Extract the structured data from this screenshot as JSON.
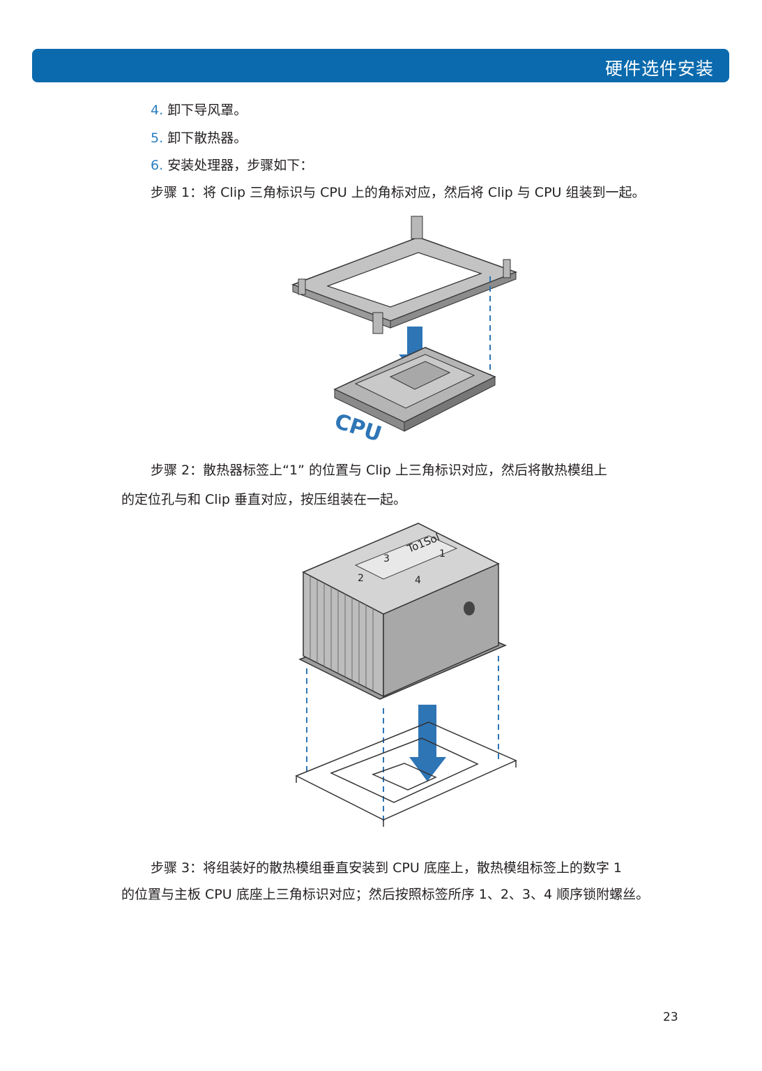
{
  "header": {
    "title": "硬件选件安装"
  },
  "items": [
    {
      "num": "4.",
      "text": "卸下导风罩。"
    },
    {
      "num": "5.",
      "text": "卸下散热器。"
    },
    {
      "num": "6.",
      "text": "安装处理器，步骤如下："
    }
  ],
  "steps": {
    "step1": "步骤 1：将 Clip 三角标识与 CPU 上的角标对应，然后将 Clip 与 CPU 组装到一起。",
    "step2_line1": "步骤 2：散热器标签上“1” 的位置与 Clip 上三角标识对应，然后将散热模组上",
    "step2_line2": "的定位孔与和 Clip 垂直对应，按压组装在一起。",
    "step3_line1": "步骤 3：将组装好的散热模组垂直安装到 CPU 底座上，散热模组标签上的数字 1",
    "step3_line2": "的位置与主板 CPU 底座上三角标识对应；然后按照标签所序 1、2、3、4 顺序锁附螺丝。"
  },
  "figure1": {
    "cpu_label": "CPU"
  },
  "figure2": {
    "label_brand": "To1Sol",
    "label_nums": [
      "1",
      "2",
      "3",
      "4"
    ]
  },
  "page_number": "23",
  "colors": {
    "accent": "#0a6aad",
    "arrow": "#2e75b6",
    "number": "#2a7fc0"
  }
}
